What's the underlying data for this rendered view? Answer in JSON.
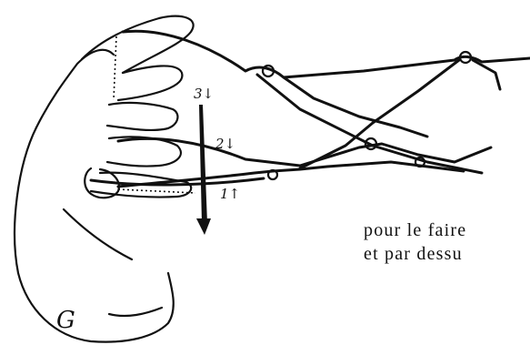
{
  "figure": {
    "hand_label": "G",
    "loop_labels": [
      "3↓",
      "2↓",
      "1↑"
    ]
  },
  "caption": {
    "line1": "pour le faire",
    "line2": "et par dessu"
  }
}
